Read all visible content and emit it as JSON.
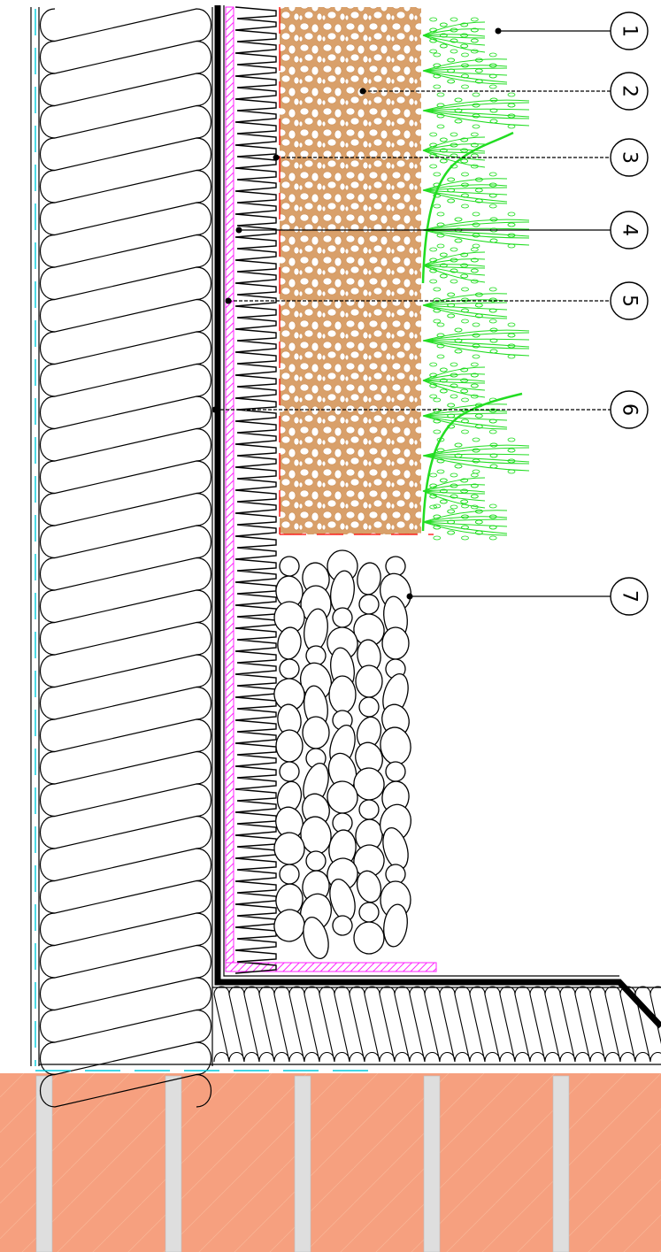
{
  "colors": {
    "brick": "#f6a07f",
    "brick_joint": "#d9d9d9",
    "soil": "#d9a06a",
    "vegetation": "#22dd22",
    "membrane": "#ff22ff",
    "filter_fabric": "#ff0000",
    "vapour_line": "#00ccdd",
    "line": "#000000"
  },
  "icons": {
    "callout": "circled-number",
    "plant": "plant-icon",
    "pebble": "pebble-icon"
  },
  "callouts": [
    {
      "id": "1",
      "label": "1"
    },
    {
      "id": "2",
      "label": "2"
    },
    {
      "id": "3",
      "label": "3"
    },
    {
      "id": "4",
      "label": "4"
    },
    {
      "id": "5",
      "label": "5"
    },
    {
      "id": "6",
      "label": "6"
    },
    {
      "id": "7",
      "label": "7"
    }
  ]
}
